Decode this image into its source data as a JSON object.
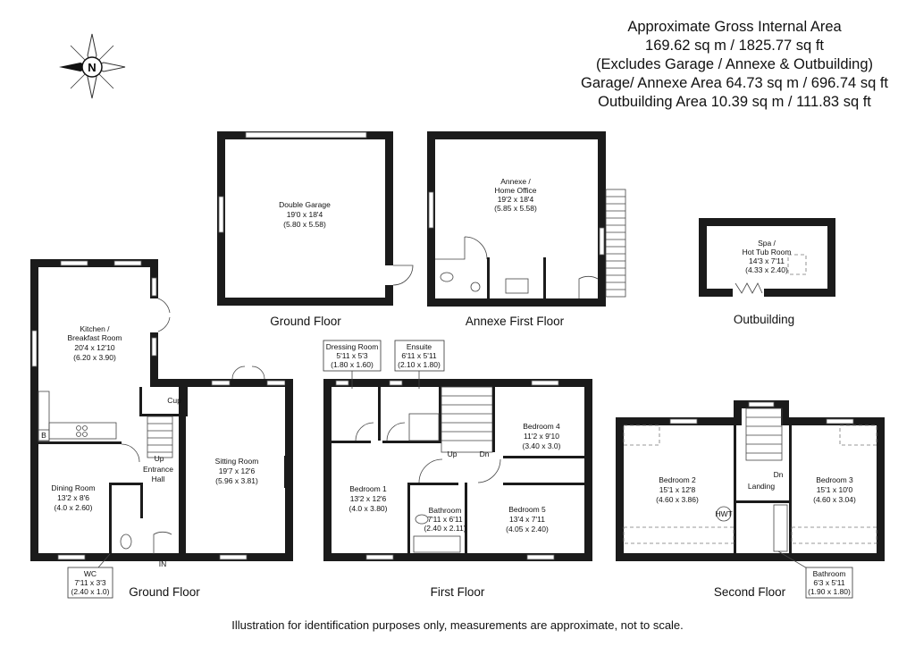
{
  "summary": {
    "title": "Approximate Gross Internal Area",
    "line1": "169.62 sq m / 1825.77 sq ft",
    "line2": "(Excludes Garage / Annexe & Outbuilding)",
    "line3": "Garage/ Annexe Area 64.73 sq m / 696.74 sq ft",
    "line4": "Outbuilding Area 10.39 sq m / 111.83 sq ft"
  },
  "compass": {
    "letter": "N"
  },
  "floors": {
    "garage_ground": "Ground Floor",
    "annexe_first": "Annexe First Floor",
    "outbuilding": "Outbuilding",
    "house_ground": "Ground Floor",
    "first": "First Floor",
    "second": "Second Floor"
  },
  "rooms": {
    "double_garage": [
      "Double Garage",
      "19'0 x 18'4",
      "(5.80 x 5.58)"
    ],
    "annexe": [
      "Annexe /",
      "Home Office",
      "19'2 x 18'4",
      "(5.85 x 5.58)"
    ],
    "spa": [
      "Spa /",
      "Hot Tub Room",
      "14'3 x 7'11",
      "(4.33 x 2.40)"
    ],
    "kitchen": [
      "Kitchen /",
      "Breakfast Room",
      "20'4 x 12'10",
      "(6.20 x 3.90)"
    ],
    "cup": "Cup",
    "entrance": [
      "Entrance",
      "Hall"
    ],
    "up": "Up",
    "sitting": [
      "Sitting Room",
      "19'7 x 12'6",
      "(5.96 x 3.81)"
    ],
    "dining": [
      "Dining Room",
      "13'2 x 8'6",
      "(4.0 x 2.60)"
    ],
    "wc": [
      "WC",
      "7'11 x 3'3",
      "(2.40 x 1.0)"
    ],
    "in": "IN",
    "b": "B",
    "dressing": [
      "Dressing Room",
      "5'11 x 5'3",
      "(1.80 x 1.60)"
    ],
    "ensuite": [
      "Ensuite",
      "6'11 x 5'11",
      "(2.10 x 1.80)"
    ],
    "bedroom1": [
      "Bedroom 1",
      "13'2 x 12'6",
      "(4.0 x 3.80)"
    ],
    "bedroom4": [
      "Bedroom 4",
      "11'2 x 9'10",
      "(3.40 x 3.0)"
    ],
    "bedroom5": [
      "Bedroom 5",
      "13'4 x 7'11",
      "(4.05 x 2.40)"
    ],
    "bathroom1": [
      "Bathroom",
      "7'11 x 6'11",
      "(2.40 x 2.11)"
    ],
    "up2": "Up",
    "dn": "Dn",
    "bedroom2": [
      "Bedroom 2",
      "15'1 x 12'8",
      "(4.60 x 3.86)"
    ],
    "bedroom3": [
      "Bedroom 3",
      "15'1 x 10'0",
      "(4.60 x 3.04)"
    ],
    "landing": "Landing",
    "dn2": "Dn",
    "hwt": "HWT",
    "bathroom2": [
      "Bathroom",
      "6'3 x 5'11",
      "(1.90 x 1.80)"
    ]
  },
  "disclaimer": "Illustration for identification purposes only, measurements are approximate, not to scale."
}
